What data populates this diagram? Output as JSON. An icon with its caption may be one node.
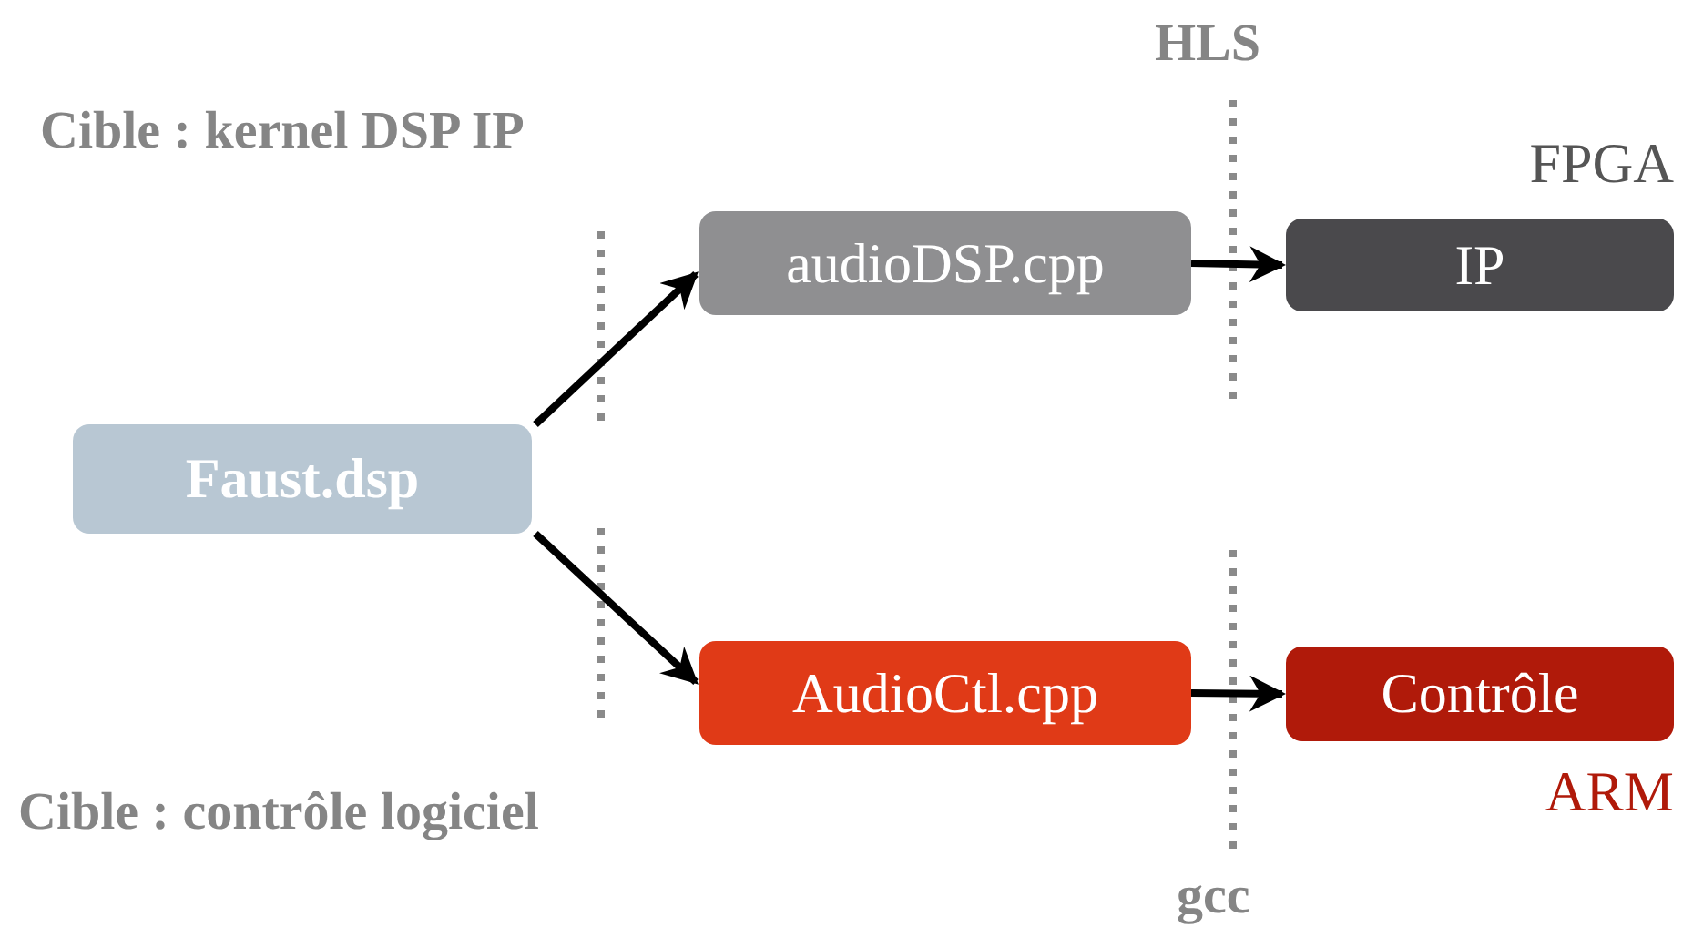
{
  "diagram": {
    "nodes": [
      {
        "text": [
          "Faust.dsp"
        ]
      },
      {
        "text": [
          "audioDSP.cpp"
        ]
      },
      {
        "text": [
          "IP"
        ],
        "beside": [
          "FPGA"
        ]
      },
      {
        "text": [
          "AudioCtl.cpp"
        ]
      },
      {
        "text": [
          "Contrôle"
        ],
        "beside": [
          "ARM"
        ]
      }
    ],
    "edges": [
      {
        "from": 0,
        "to": 1,
        "arrow": "to"
      },
      {
        "from": 1,
        "to": 2,
        "arrow": "to"
      },
      {
        "from": 0,
        "to": 3,
        "arrow": "to"
      },
      {
        "from": 3,
        "to": 4,
        "arrow": "to"
      }
    ],
    "labels": [
      "HLS",
      "Cible : kernel DSP IP",
      "Cible : contrôle logiciel",
      "gcc"
    ]
  }
}
